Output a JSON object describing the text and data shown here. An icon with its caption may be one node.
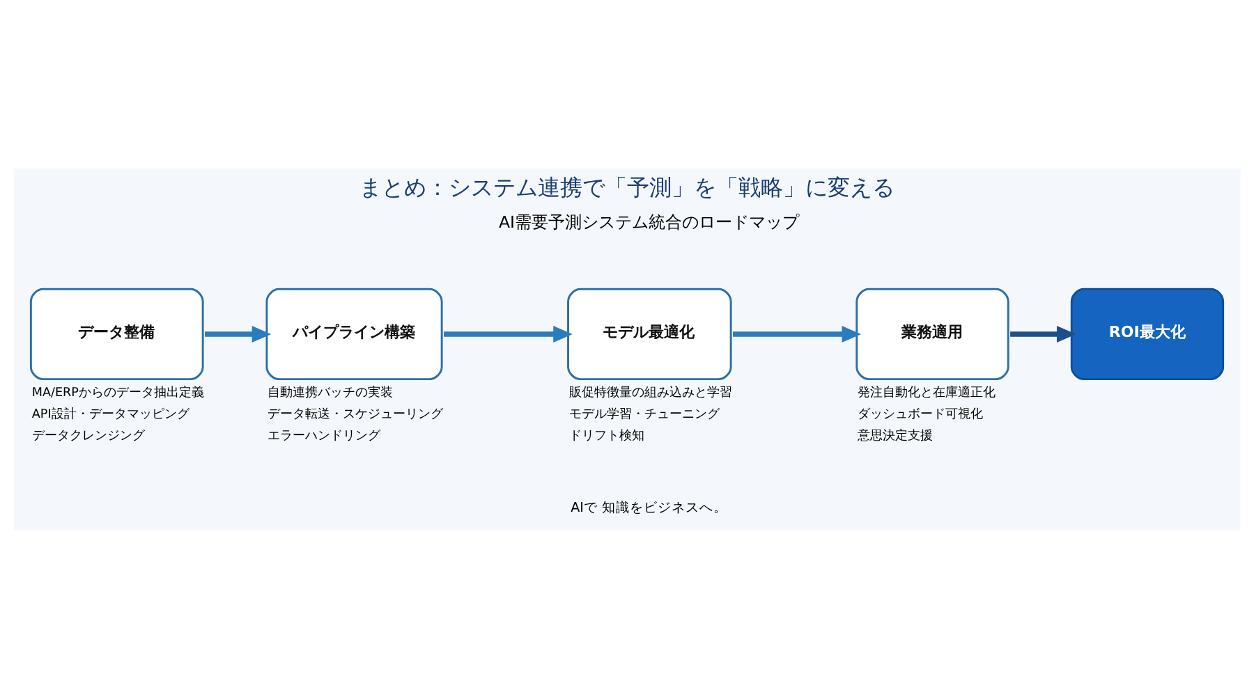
{
  "diagram": {
    "title": "まとめ：システム連携で「予測」を「戦略」に変える",
    "nodes": [
      {
        "text": [
          "データ整備"
        ],
        "beside": [
          "MA/ERPからのデータ抽出定義",
          "API設計・データマッピング",
          "データクレンジング"
        ]
      },
      {
        "text": [
          "パイプライン構築"
        ],
        "beside": [
          "自動連携バッチの実装",
          "データ転送・スケジューリング",
          "エラーハンドリング"
        ]
      },
      {
        "text": [
          "モデル最適化"
        ],
        "beside": [
          "販促特徴量の組み込みと学習",
          "モデル学習・チューニング",
          "ドリフト検知"
        ]
      },
      {
        "text": [
          "業務適用"
        ],
        "beside": [
          "発注自動化と在庫適正化",
          "ダッシュボード可視化",
          "意思決定支援"
        ]
      },
      {
        "text": [
          "ROI最大化"
        ]
      }
    ],
    "edges": [
      {
        "from": 0,
        "to": 1,
        "arrow": "to"
      },
      {
        "from": 1,
        "to": 2,
        "arrow": "to"
      },
      {
        "from": 2,
        "to": 3,
        "arrow": "to"
      },
      {
        "from": 3,
        "to": 4,
        "arrow": "to",
        "color": "#1f4e8c"
      }
    ],
    "labels": [
      "AI需要予測システム統合のロードマップ",
      "AIで 知識をビジネスへ。"
    ]
  }
}
